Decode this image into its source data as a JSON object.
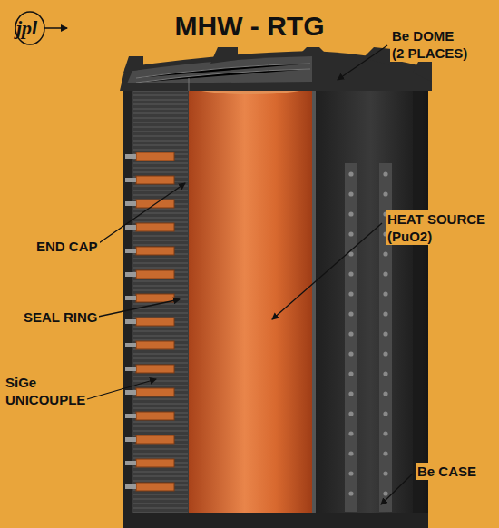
{
  "diagram": {
    "title": "MHW - RTG",
    "labels": [
      "jpl",
      "Be DOME (2 PLACES)",
      "HEAT SOURCE (PuO2)",
      "END CAP",
      "SEAL RING",
      "SiGe UNICOUPLE",
      "Be CASE"
    ]
  }
}
